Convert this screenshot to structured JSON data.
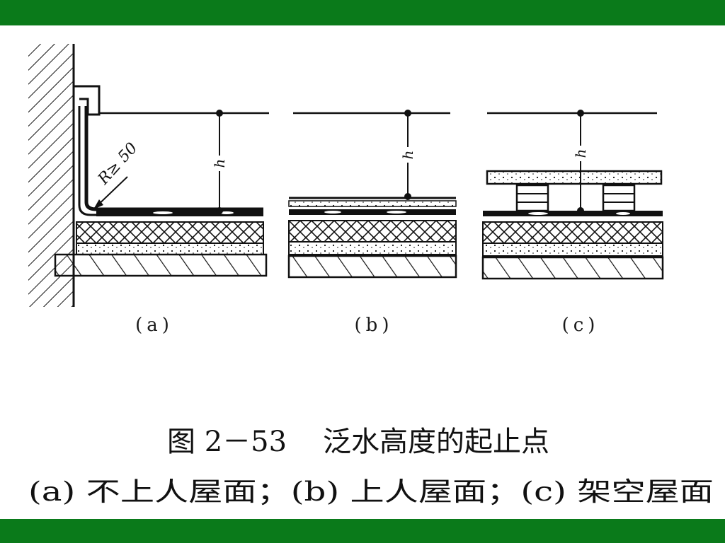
{
  "figure": {
    "caption_number": "图 2－53",
    "caption_title": "泛水高度的起止点",
    "caption_subtitle": "(a) 不上人屋面；(b) 上人屋面；(c) 架空屋面"
  },
  "panels": [
    {
      "label": "(a)",
      "height_symbol": "h",
      "radius_note": "R≥ 50"
    },
    {
      "label": "(b)",
      "height_symbol": "h"
    },
    {
      "label": "(c)",
      "height_symbol": "h"
    }
  ],
  "colors": {
    "frame": "#0a7a1a",
    "background": "#ffffff",
    "ink": "#111111"
  }
}
